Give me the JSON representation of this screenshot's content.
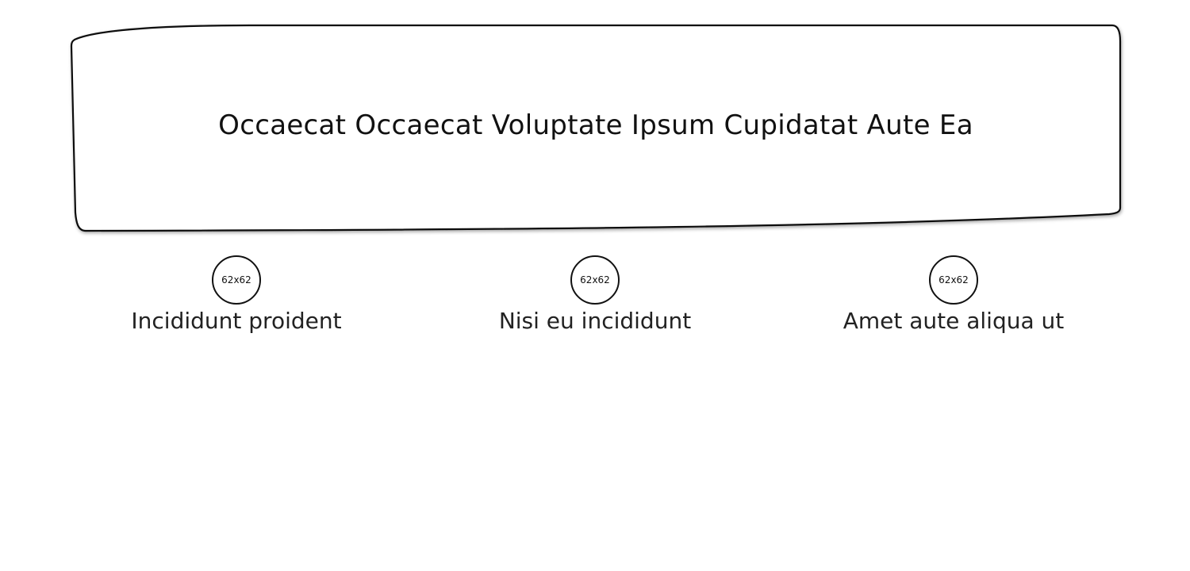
{
  "hero": {
    "title": "Occaecat Occaecat Voluptate Ipsum Cupidatat Aute Ea"
  },
  "features": [
    {
      "image_placeholder": "62x62",
      "label": "Incididunt proident"
    },
    {
      "image_placeholder": "62x62",
      "label": "Nisi eu incididunt"
    },
    {
      "image_placeholder": "62x62",
      "label": "Amet aute aliqua ut"
    }
  ],
  "colors": {
    "background": "#ffffff",
    "ink": "#111111"
  }
}
